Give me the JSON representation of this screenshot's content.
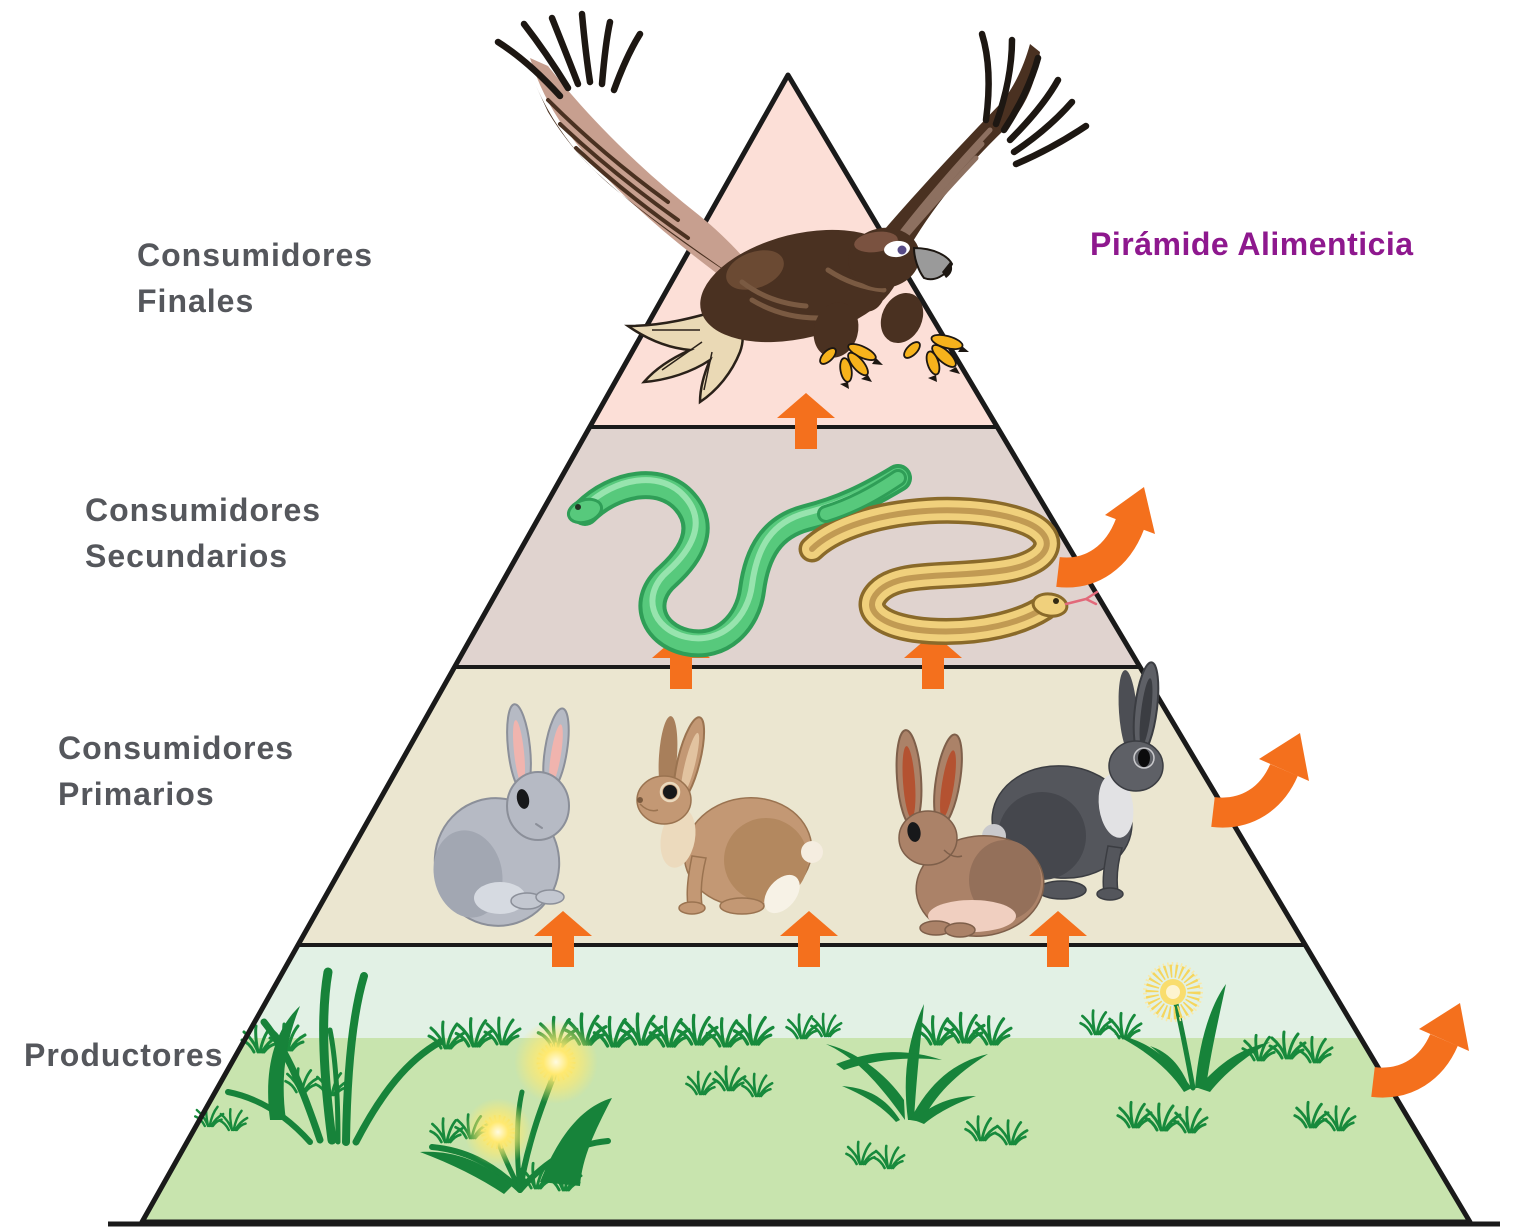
{
  "title": {
    "text": "Pirámide Alimenticia",
    "color": "#8e188e"
  },
  "labels": {
    "level1": {
      "line1": "Consumidores",
      "line2": "Finales"
    },
    "level2": {
      "line1": "Consumidores",
      "line2": "Secundarios"
    },
    "level3": {
      "line1": "Consumidores",
      "line2": "Primarios"
    },
    "level4": {
      "line1": "Productores",
      "line2": ""
    }
  },
  "pyramid": {
    "levels": [
      {
        "rank": 1,
        "name": "Consumidores Finales",
        "organisms": [
          "eagle"
        ],
        "fill": "#fcdfd7"
      },
      {
        "rank": 2,
        "name": "Consumidores Secundarios",
        "organisms": [
          "green-snake",
          "yellow-snake"
        ],
        "fill": "#e0d3cf"
      },
      {
        "rank": 3,
        "name": "Consumidores Primarios",
        "organisms": [
          "gray-rabbit",
          "tan-rabbit",
          "brown-rabbit",
          "dark-gray-rabbit"
        ],
        "fill": "#ebe6d0"
      },
      {
        "rank": 4,
        "name": "Productores",
        "organisms": [
          "grass",
          "dandelion-flowers",
          "sun-flower"
        ],
        "fill": "#c8e4ae",
        "sky_fill": "#e2f1e5"
      }
    ],
    "outline_color": "#1a1a1a",
    "arrow_color": "#f4701d",
    "label_color": "#55575c"
  }
}
